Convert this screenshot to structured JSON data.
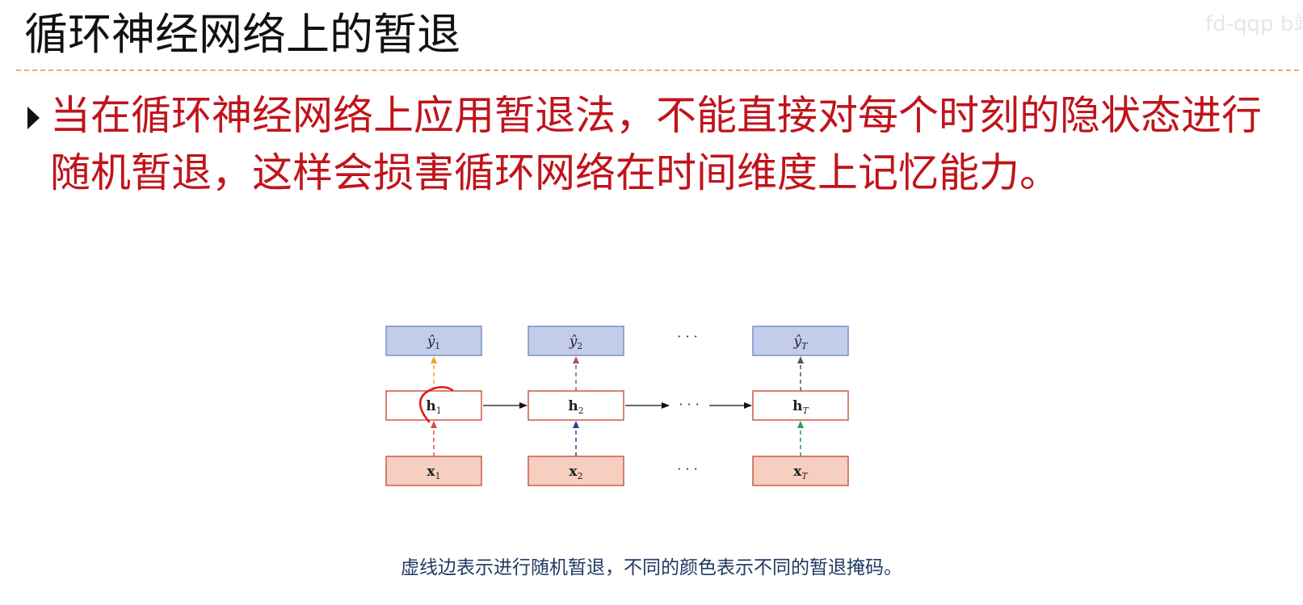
{
  "slide": {
    "title": "循环神经网络上的暂退",
    "watermark": "fd-qqp b站",
    "bullet": "当在循环神经网络上应用暂退法，不能直接对每个时刻的隐状态进行随机暂退，这样会损害循环网络在时间维度上记忆能力。",
    "caption": "虚线边表示进行随机暂退，不同的颜色表示不同的暂退掩码。"
  },
  "diagram": {
    "outputs": [
      {
        "symbol": "ŷ",
        "sub": "1"
      },
      {
        "symbol": "ŷ",
        "sub": "2"
      },
      {
        "symbol": "ŷ",
        "sub": "T"
      }
    ],
    "hiddens": [
      {
        "symbol": "h",
        "sub": "1"
      },
      {
        "symbol": "h",
        "sub": "2"
      },
      {
        "symbol": "h",
        "sub": "T"
      }
    ],
    "inputs": [
      {
        "symbol": "x",
        "sub": "1"
      },
      {
        "symbol": "x",
        "sub": "2"
      },
      {
        "symbol": "x",
        "sub": "T"
      }
    ],
    "ellipsis": "· · ·",
    "colors": {
      "output_fill": "#c3cdea",
      "output_stroke": "#7b8fcc",
      "hidden_fill": "#ffffff",
      "hidden_stroke": "#cc5a43",
      "input_fill": "#f7cfc0",
      "input_stroke": "#cc5a43",
      "mask_step1_output": "#f0a32a",
      "mask_step1_input": "#d84b4b",
      "mask_step2_output": "#a6526b",
      "mask_step2_input": "#2f3f9a",
      "mask_stepT_output": "#555555",
      "mask_stepT_input": "#2f9a55",
      "recurrent_edge": "#111111",
      "annotation": "#e01a1a"
    }
  }
}
